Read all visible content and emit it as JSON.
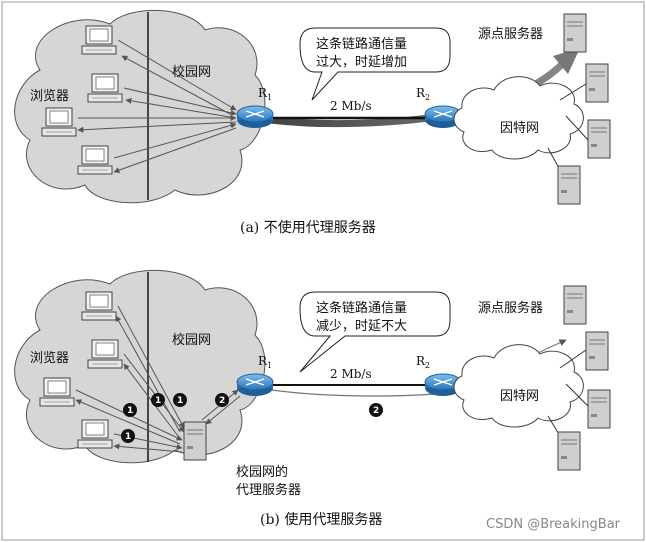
{
  "top": {
    "campus_label": "校园网",
    "browser_label": "浏览器",
    "router1_label": "R",
    "router1_sub": "1",
    "router2_label": "R",
    "router2_sub": "2",
    "link_speed": "2 Mb/s",
    "callout_line1": "这条链路通信量",
    "callout_line2": "过大，时延增加",
    "origin_server_label": "源点服务器",
    "internet_label": "因特网",
    "caption": "(a) 不使用代理服务器"
  },
  "bottom": {
    "campus_label": "校园网",
    "browser_label": "浏览器",
    "router1_label": "R",
    "router1_sub": "1",
    "router2_label": "R",
    "router2_sub": "2",
    "link_speed": "2 Mb/s",
    "callout_line1": "这条链路通信量",
    "callout_line2": "减少，时延不大",
    "origin_server_label": "源点服务器",
    "internet_label": "因特网",
    "proxy_label_line1": "校园网的",
    "proxy_label_line2": "代理服务器",
    "step1": "1",
    "step2": "2",
    "caption": "(b) 使用代理服务器"
  },
  "watermark": "CSDN @BreakingBar",
  "colors": {
    "cloud": "#d6d6d6",
    "router": "#3a8fd0",
    "arrow": "#555555"
  }
}
